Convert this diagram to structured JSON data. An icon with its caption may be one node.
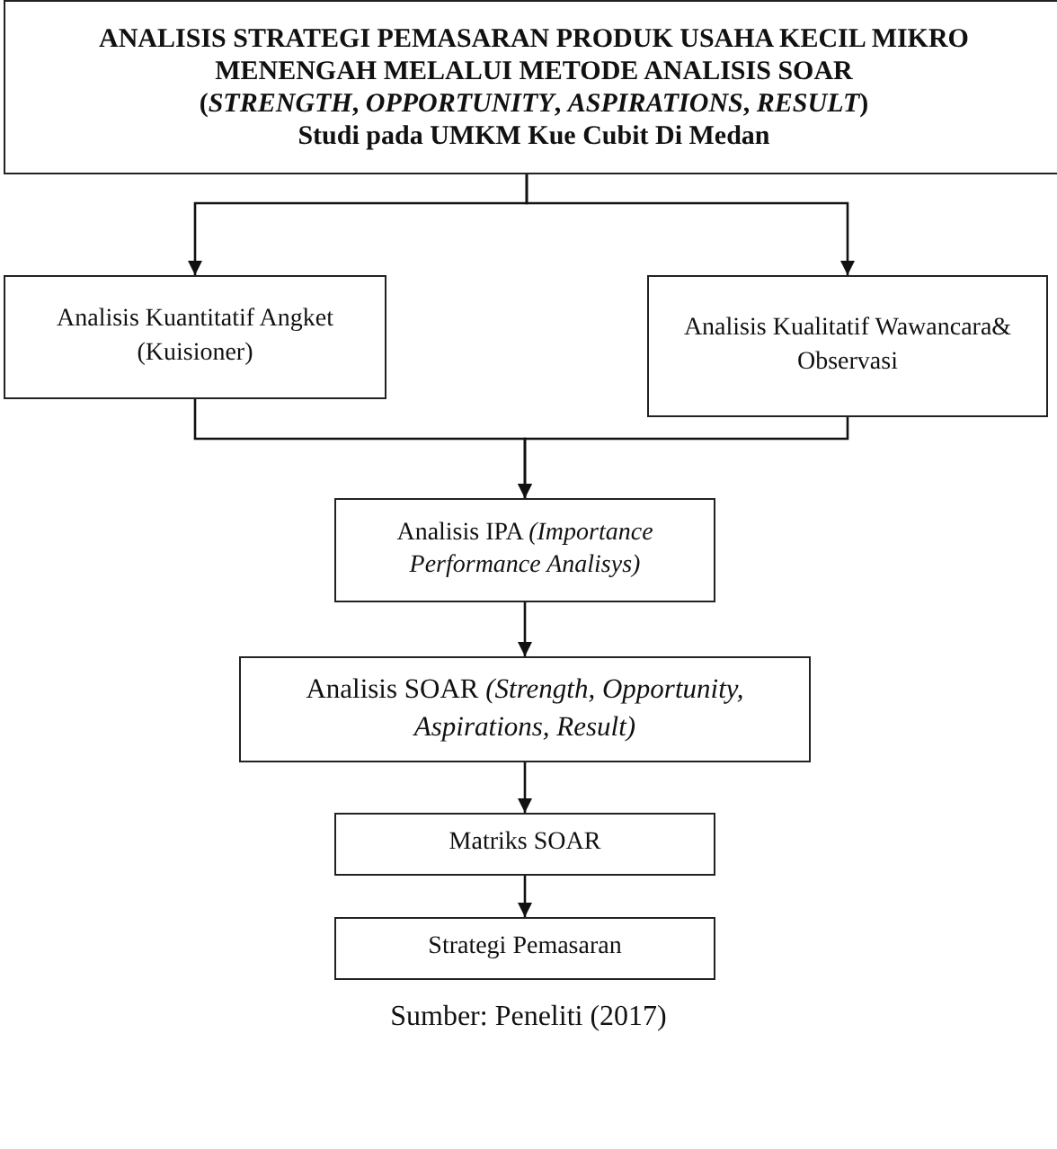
{
  "diagram": {
    "caption": "Sumber: Peneliti (2017)",
    "nodes": [
      {
        "text": [
          "ANALISIS STRATEGI PEMASARAN PRODUK USAHA KECIL MIKRO MENENGAH MELALUI METODE ANALISIS SOAR",
          "(*STRENGTH*, *OPPORTUNITY*, *ASPIRATIONS*, *RESULT*)",
          "Studi pada UMKM Kue Cubit Di Medan"
        ]
      },
      {
        "text": [
          "Analisis Kuantitatif Angket (Kuisioner)"
        ]
      },
      {
        "text": [
          "Analisis Kualitatif Wawancara& Observasi"
        ]
      },
      {
        "text": [
          "Analisis IPA *(Importance Performance Analisys)*"
        ]
      },
      {
        "text": [
          "Analisis SOAR *(Strength, Opportunity, Aspirations, Result)*"
        ]
      },
      {
        "text": [
          "Matriks SOAR"
        ]
      },
      {
        "text": [
          "Strategi Pemasaran"
        ]
      }
    ],
    "edges": [
      {
        "from": 0,
        "to": 1,
        "arrow": "to"
      },
      {
        "from": 0,
        "to": 2,
        "arrow": "to"
      },
      {
        "from": 1,
        "to": 3,
        "arrow": "to"
      },
      {
        "from": 2,
        "to": 3,
        "arrow": "to"
      },
      {
        "from": 3,
        "to": 4,
        "arrow": "to"
      },
      {
        "from": 4,
        "to": 5,
        "arrow": "to"
      },
      {
        "from": 5,
        "to": 6,
        "arrow": "to"
      }
    ]
  }
}
